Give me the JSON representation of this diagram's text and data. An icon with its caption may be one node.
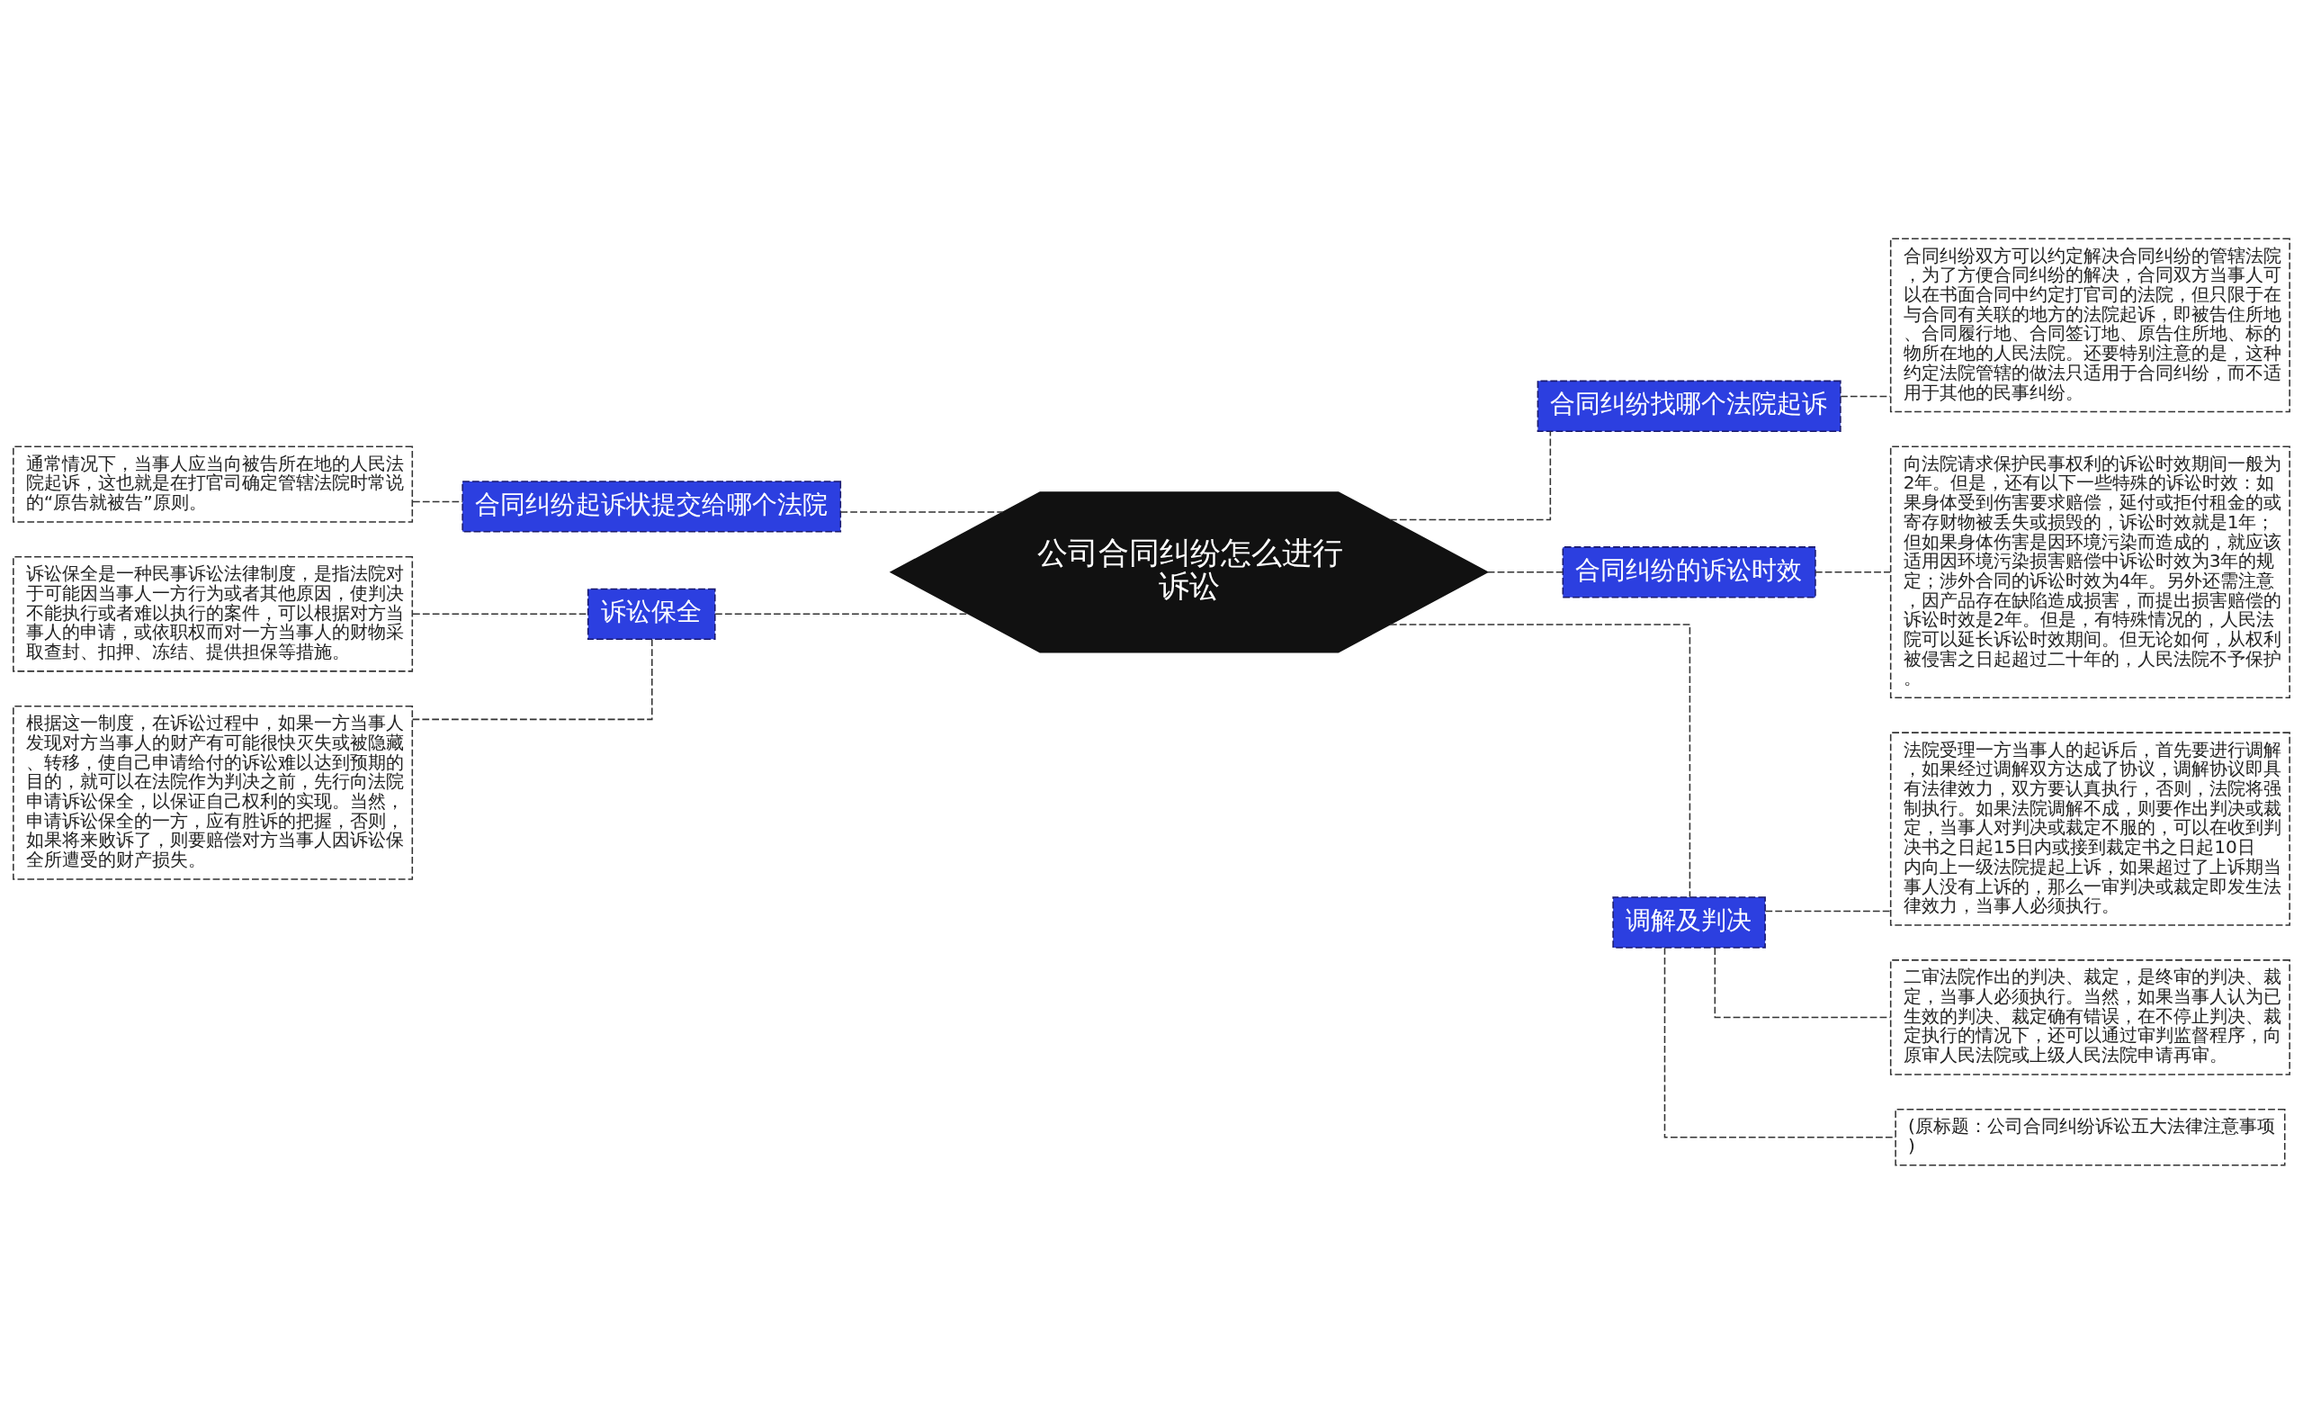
{
  "diagram": {
    "nodes": [
      {
        "text": [
          "公司合同纠纷怎么进行诉讼"
        ]
      },
      {
        "text": [
          "合同纠纷找哪个法院起诉"
        ]
      },
      {
        "text": [
          "合同纠纷双方可以约定解决合同纠纷的管辖法院，为了方便合同纠纷的解决，合同双方当事人可以在书面合同中约定打官司的法院，但只限于在与合同有关联的地方的法院起诉，即被告住所地、合同履行地、合同签订地、原告住所地、标的物所在地的人民法院。还要特别注意的是，这种约定法院管辖的做法只适用于合同纠纷，而不适用于其他的民事纠纷。"
        ]
      },
      {
        "text": [
          "合同纠纷的诉讼时效"
        ]
      },
      {
        "text": [
          "向法院请求保护民事权利的诉讼时效期间一般为2年。但是，还有以下一些特殊的诉讼时效：如果身体受到伤害要求赔偿，延付或拒付租金的或寄存财物被丢失或损毁的，诉讼时效就是1年；但如果身体伤害是因环境污染而造成的，就应该适用因环境污染损害赔偿中诉讼时效为3年的规定；涉外合同的诉讼时效为4年。另外还需注意，因产品存在缺陷造成损害，而提出损害赔偿的诉讼时效是2年。但是，有特殊情况的，人民法院可以延长诉讼时效期间。但无论如何，从权利被侵害之日起超过二十年的，人民法院不予保护。"
        ]
      },
      {
        "text": [
          "调解及判决"
        ]
      },
      {
        "text": [
          "法院受理一方当事人的起诉后，首先要进行调解，如果经过调解双方达成了协议，调解协议即具有法律效力，双方要认真执行，否则，法院将强制执行。如果法院调解不成，则要作出判决或裁定，当事人对判决或裁定不服的，可以在收到判决书之日起15日内或接到裁定书之日起10日内向上一级法院提起上诉，如果超过了上诉期当事人没有上诉的，那么一审判决或裁定即发生法律效力，当事人必须执行。"
        ]
      },
      {
        "text": [
          "二审法院作出的判决、裁定，是终审的判决、裁定，当事人必须执行。当然，如果当事人认为已生效的判决、裁定确有错误，在不停止判决、裁定执行的情况下，还可以通过审判监督程序，向原审人民法院或上级人民法院申请再审。"
        ]
      },
      {
        "text": [
          "(原标题：公司合同纠纷诉讼五大法律注意事项)"
        ]
      },
      {
        "text": [
          "合同纠纷起诉状提交给哪个法院"
        ]
      },
      {
        "text": [
          "通常情况下，当事人应当向被告所在地的人民法院起诉，这也就是在打官司确定管辖法院时常说的“原告就被告”原则。"
        ]
      },
      {
        "text": [
          "诉讼保全"
        ]
      },
      {
        "text": [
          "诉讼保全是一种民事诉讼法律制度，是指法院对于可能因当事人一方行为或者其他原因，使判决不能执行或者难以执行的案件，可以根据对方当事人的申请，或依职权而对一方当事人的财物采取查封、扣押、冻结、提供担保等措施。"
        ]
      },
      {
        "text": [
          "根据这一制度，在诉讼过程中，如果一方当事人发现对方当事人的财产有可能很快灭失或被隐藏、转移，使自己申请给付的诉讼难以达到预期的目的，就可以在法院作为判决之前，先行向法院申请诉讼保全，以保证自己权利的实现。当然，申请诉讼保全的一方，应有胜诉的把握，否则，如果将来败诉了，则要赔偿对方当事人因诉讼保全所遭受的财产损失。"
        ]
      }
    ],
    "edges": [
      {
        "from": 0,
        "to": 1,
        "arrow": "none",
        "style": "dashed"
      },
      {
        "from": 1,
        "to": 2,
        "arrow": "none",
        "style": "dashed"
      },
      {
        "from": 0,
        "to": 3,
        "arrow": "none",
        "style": "dashed"
      },
      {
        "from": 3,
        "to": 4,
        "arrow": "none",
        "style": "dashed"
      },
      {
        "from": 0,
        "to": 5,
        "arrow": "none",
        "style": "dashed"
      },
      {
        "from": 5,
        "to": 6,
        "arrow": "none",
        "style": "dashed"
      },
      {
        "from": 5,
        "to": 7,
        "arrow": "none",
        "style": "dashed"
      },
      {
        "from": 5,
        "to": 8,
        "arrow": "none",
        "style": "dashed"
      },
      {
        "from": 0,
        "to": 9,
        "arrow": "none",
        "style": "dashed"
      },
      {
        "from": 9,
        "to": 10,
        "arrow": "none",
        "style": "dashed"
      },
      {
        "from": 0,
        "to": 11,
        "arrow": "none",
        "style": "dashed"
      },
      {
        "from": 11,
        "to": 12,
        "arrow": "none",
        "style": "dashed"
      },
      {
        "from": 11,
        "to": 13,
        "arrow": "none",
        "style": "dashed"
      }
    ]
  }
}
